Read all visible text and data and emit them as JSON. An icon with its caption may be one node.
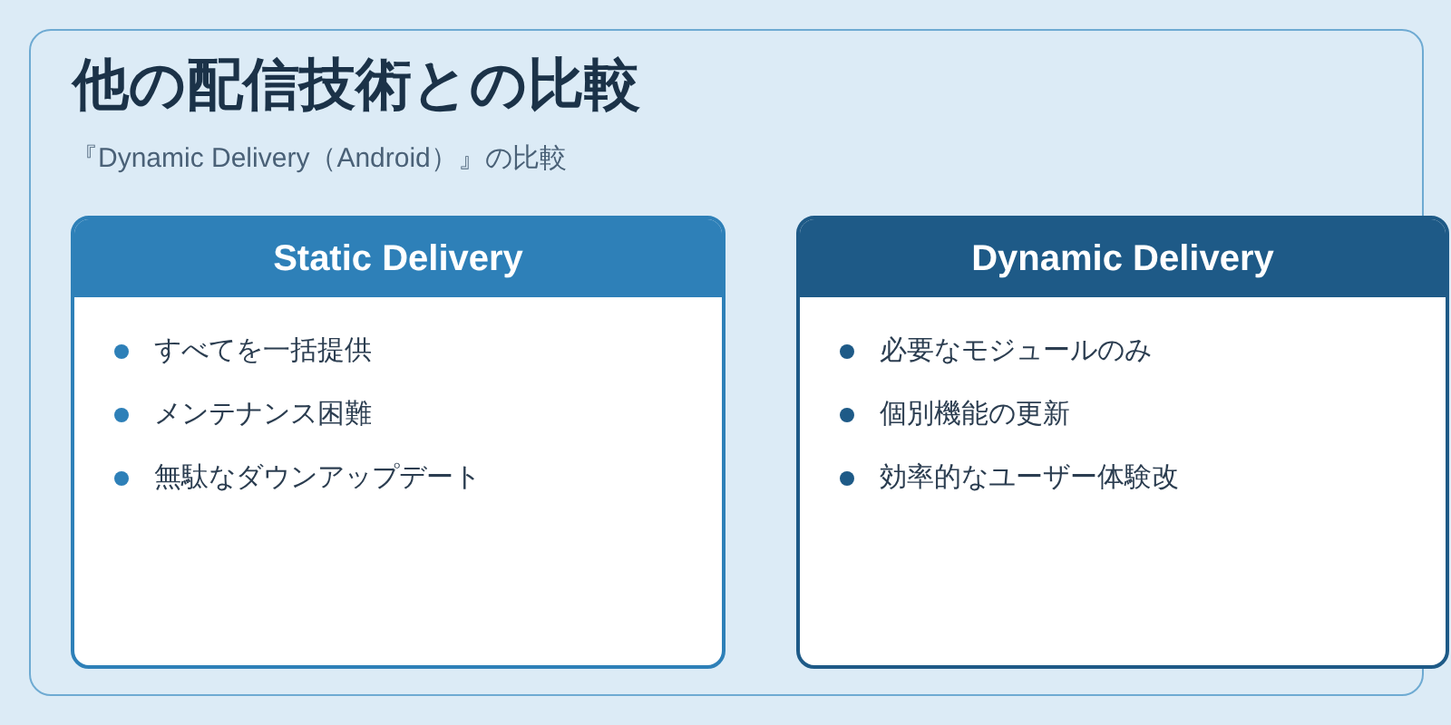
{
  "diagram": {
    "title": "他の配信技術との比較",
    "nodes": [
      {
        "text": [
          "『Dynamic Delivery（Android）』の比較"
        ]
      },
      {
        "text": [
          "Static Delivery",
          "すべてを一括提供",
          "メンテナンス困難",
          "無駄なダウンアップデート"
        ],
        "in": 0
      },
      {
        "text": [
          "Dynamic Delivery",
          "必要なモジュールのみ",
          "個別機能の更新",
          "効率的なユーザー体験改"
        ],
        "in": 0
      }
    ]
  }
}
